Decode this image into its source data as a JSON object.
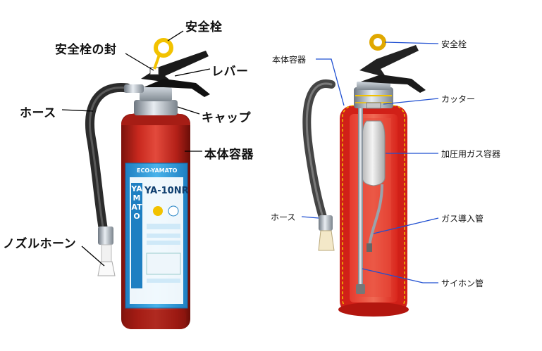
{
  "left_diagram": {
    "labels": {
      "safety_pin": "安全栓",
      "pin_seal": "安全栓の封",
      "lever": "レバー",
      "hose": "ホース",
      "cap": "キャップ",
      "body": "本体容器",
      "nozzle_horn": "ノズルホーン"
    },
    "product_label": {
      "maker": "ECO-YAMATO",
      "model": "YA-10NR",
      "brand_vertical": "YAMATO"
    }
  },
  "right_diagram": {
    "labels": {
      "safety_pin": "安全栓",
      "body": "本体容器",
      "cutter": "カッター",
      "pressure_gas_cylinder": "加圧用ガス容器",
      "hose": "ホース",
      "gas_inlet_tube": "ガス導入管",
      "siphon_tube": "サイホン管"
    }
  },
  "colors": {
    "body_red": "#c8281e",
    "interior_red": "#e02a22",
    "pin_yellow": "#f2c200",
    "leader_blue": "#1f4fd1",
    "hose_black": "#333333",
    "label_blue": "#2a9bd8"
  }
}
